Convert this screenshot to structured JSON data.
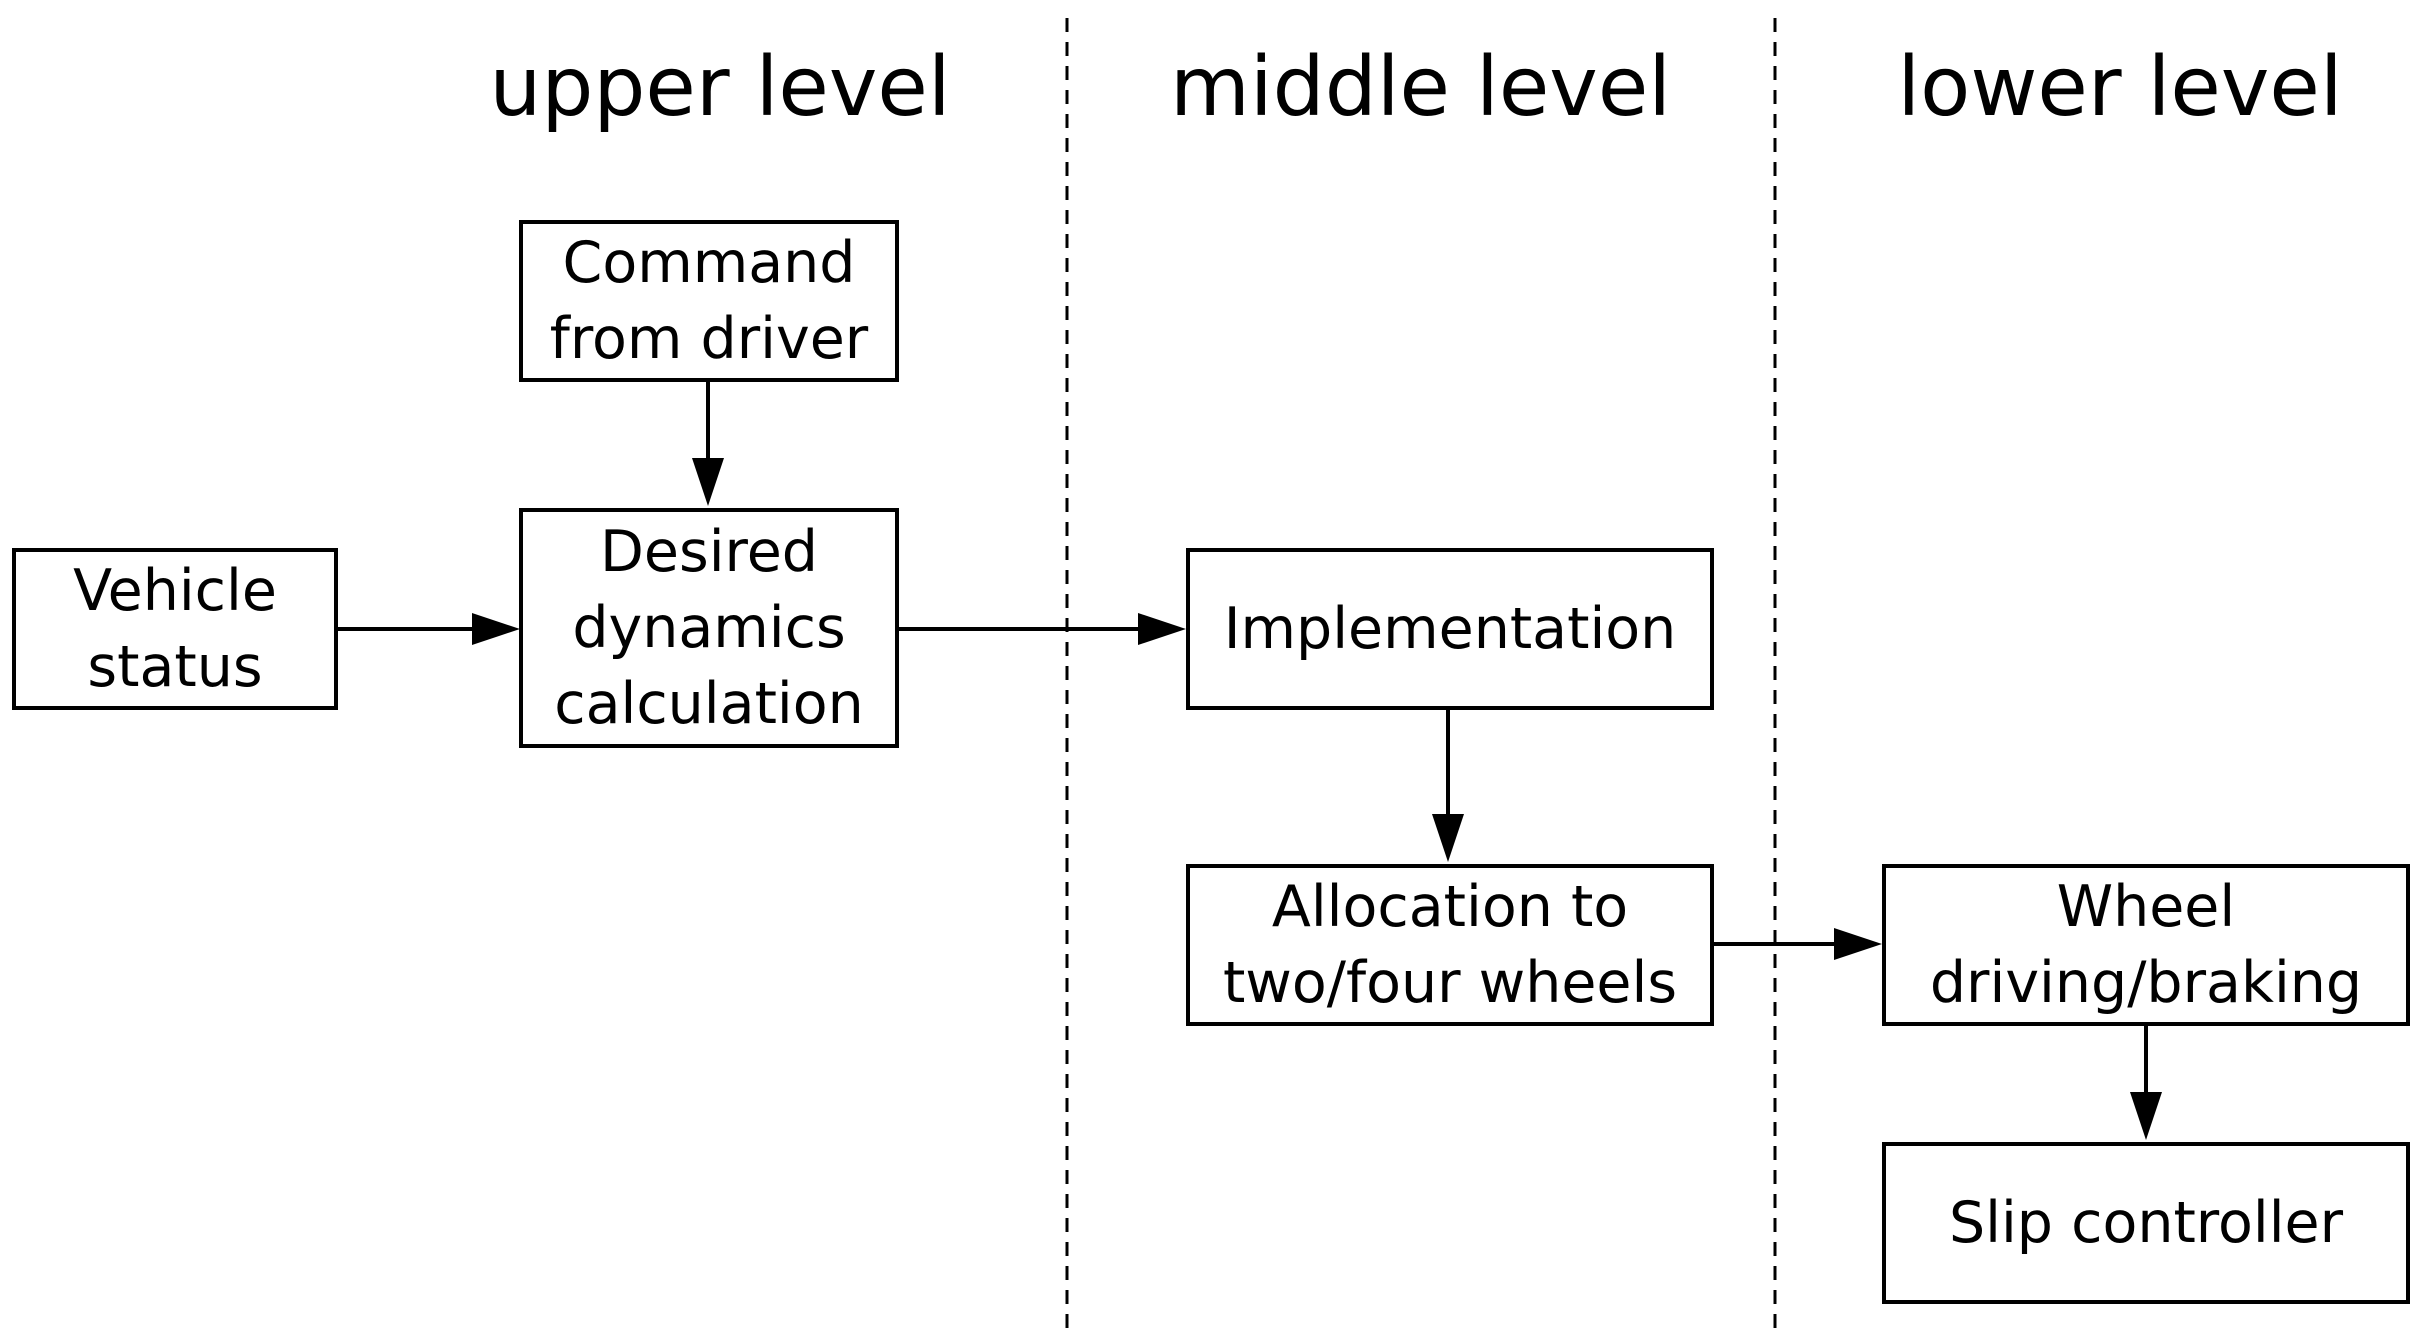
{
  "levels": {
    "upper": "upper level",
    "middle": "middle level",
    "lower": "lower level"
  },
  "blocks": {
    "command_from_driver": "Command\nfrom driver",
    "vehicle_status": "Vehicle\nstatus",
    "desired_dynamics_calculation": "Desired\ndynamics\ncalculation",
    "implementation": "Implementation",
    "allocation": "Allocation to\ntwo/four wheels",
    "wheel_driving_braking": "Wheel\ndriving/braking",
    "slip_controller": "Slip controller"
  },
  "colors": {
    "line": "#000000",
    "background": "#ffffff"
  }
}
